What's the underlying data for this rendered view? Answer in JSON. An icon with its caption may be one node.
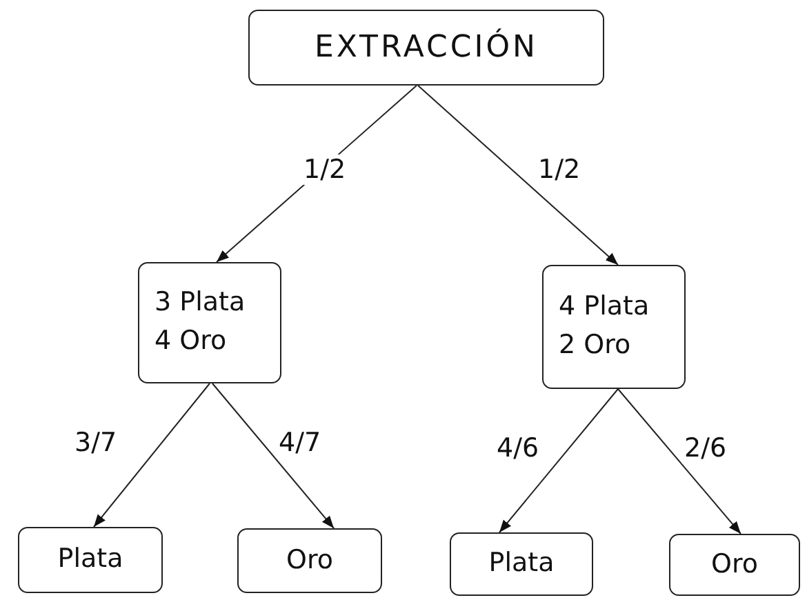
{
  "diagram": {
    "nodes": [
      {
        "text": [
          "EXTRACCIÓN"
        ]
      },
      {
        "text": [
          "3 Plata 4 Oro"
        ]
      },
      {
        "text": [
          "4 Plata 2 Oro"
        ]
      },
      {
        "text": [
          "Plata"
        ]
      },
      {
        "text": [
          "Oro"
        ]
      },
      {
        "text": [
          "Plata"
        ]
      },
      {
        "text": [
          "Oro"
        ]
      }
    ],
    "edges": [
      {
        "from": 0,
        "to": 1,
        "arrow": "to",
        "label": "1/2"
      },
      {
        "from": 0,
        "to": 2,
        "arrow": "to",
        "label": "1/2"
      },
      {
        "from": 1,
        "to": 3,
        "arrow": "to",
        "label": "3/7"
      },
      {
        "from": 1,
        "to": 4,
        "arrow": "to",
        "label": "4/7"
      },
      {
        "from": 2,
        "to": 5,
        "arrow": "to",
        "label": "4/6"
      },
      {
        "from": 2,
        "to": 6,
        "arrow": "to",
        "label": "2/6"
      }
    ]
  }
}
